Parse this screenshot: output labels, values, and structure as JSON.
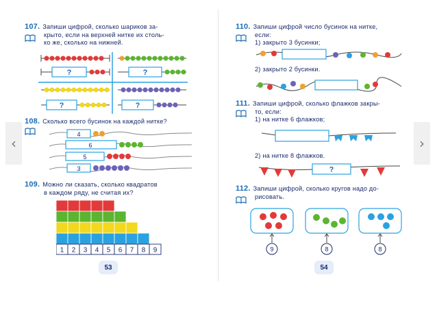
{
  "nav": {
    "prev_icon": "chevron-left-icon",
    "next_icon": "chevron-right-icon",
    "prev": "‹",
    "next": "›"
  },
  "left_page": {
    "page_number": "53",
    "ex107": {
      "number": "107.",
      "line1": "Запиши  цифрой,  сколько  шариков  за-",
      "line2": "крыто,  если  на  верхней  нитке  их  столь-",
      "line3": "ко  же,  сколько  на  нижней.",
      "question_mark": "?"
    },
    "ex108": {
      "number": "108.",
      "text": "Сколько  всего  бусинок  на  каждой  нитке?",
      "labels": [
        "4",
        "6",
        "5",
        "3"
      ]
    },
    "ex109": {
      "number": "109.",
      "line1": "Можно   ли   сказать,   сколько   квадратов",
      "line2": "в  каждом  ряду,  не  считая  их?",
      "row_labels": [
        "1",
        "2",
        "3",
        "4",
        "5",
        "6",
        "7",
        "8",
        "9"
      ]
    }
  },
  "right_page": {
    "page_number": "54",
    "ex110": {
      "number": "110.",
      "line1": "Запиши  цифрой  число  бусинок  на  нитке,",
      "line2": "если:",
      "item1": "1)  закрыто  3  бусинки;",
      "item2": "2)  закрыто  2  бусинки."
    },
    "ex111": {
      "number": "111.",
      "line1": "Запиши  цифрой,  сколько  флажков  закры-",
      "line2": "то,  если:",
      "item1": "1)  на   нитке   6   флажков;",
      "item2": "2)  на   нитке   8   флажков.",
      "question_mark": "?"
    },
    "ex112": {
      "number": "112.",
      "line1": "Запиши  цифрой,  сколько  кругов  надо  до-",
      "line2": "рисовать.",
      "targets": [
        "9",
        "8",
        "8"
      ]
    }
  },
  "colors": {
    "red": "#e23a3a",
    "green": "#5bb531",
    "yellow": "#f2d81e",
    "blue": "#2aa2e0",
    "purple": "#6b63b8",
    "orange": "#f0a030",
    "navy": "#1a2a6c",
    "accent": "#1a6ab5"
  }
}
